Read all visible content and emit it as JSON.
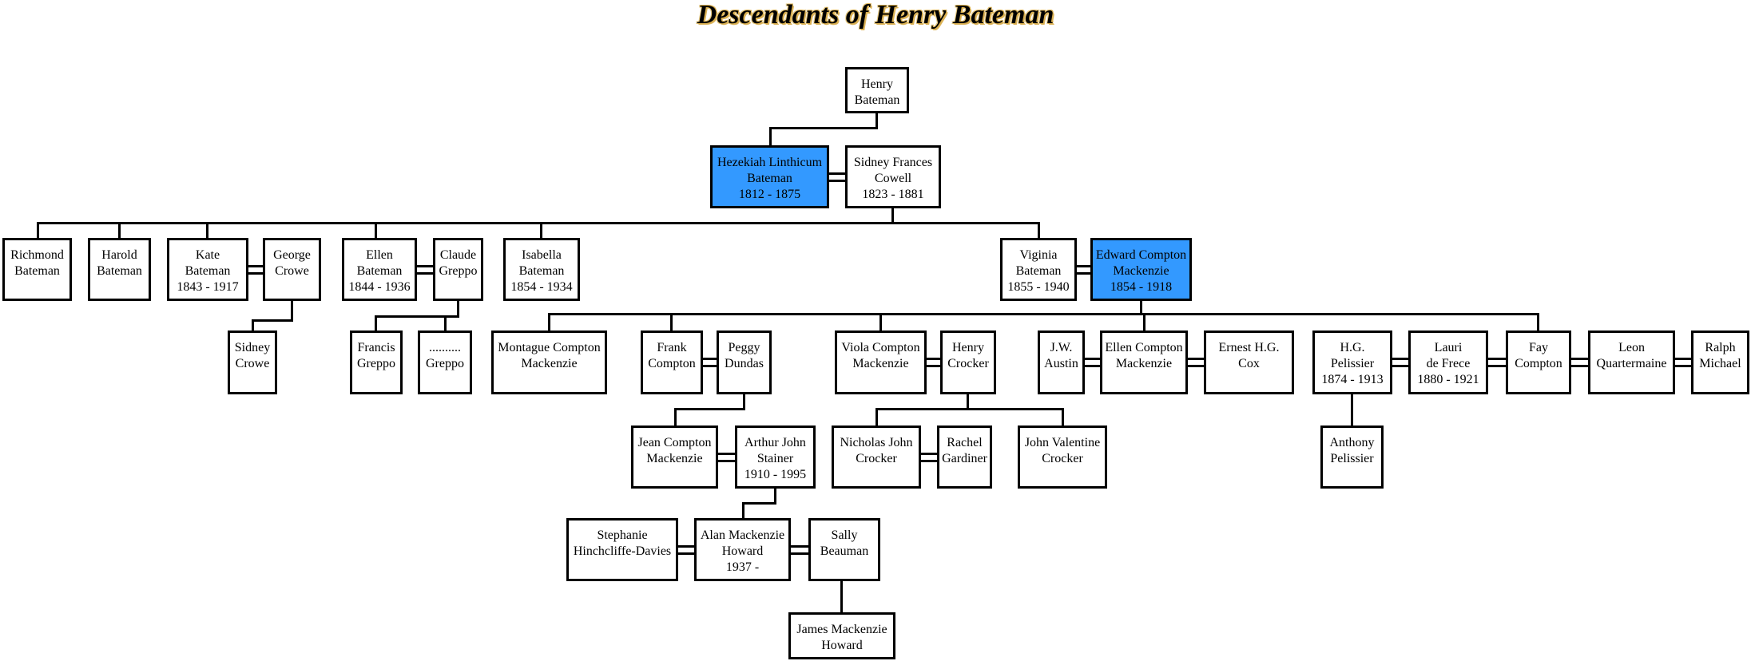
{
  "title": "Descendants of Henry Bateman",
  "theme": {
    "highlight_color": "#3399FF",
    "box_border_color": "#000000",
    "line_color": "#000000",
    "background_color": "#FFFFFF",
    "title_color": "#000000",
    "title_outline_color": "#D8AE4E"
  },
  "people": [
    {
      "id": "henry-bateman",
      "lines": [
        "Henry",
        "Bateman"
      ],
      "highlighted": false
    },
    {
      "id": "hezekiah-linthicum-bateman",
      "lines": [
        "Hezekiah Linthicum",
        "Bateman",
        "1812 - 1875"
      ],
      "highlighted": true
    },
    {
      "id": "sidney-frances-cowell",
      "lines": [
        "Sidney Frances",
        "Cowell",
        "1823 - 1881"
      ],
      "highlighted": false
    },
    {
      "id": "richmond-bateman",
      "lines": [
        "Richmond",
        "Bateman"
      ],
      "highlighted": false
    },
    {
      "id": "harold-bateman",
      "lines": [
        "Harold",
        "Bateman"
      ],
      "highlighted": false
    },
    {
      "id": "kate-bateman",
      "lines": [
        "Kate",
        "Bateman",
        "1843 - 1917"
      ],
      "highlighted": false
    },
    {
      "id": "george-crowe",
      "lines": [
        "George",
        "Crowe"
      ],
      "highlighted": false
    },
    {
      "id": "ellen-bateman",
      "lines": [
        "Ellen",
        "Bateman",
        "1844 - 1936"
      ],
      "highlighted": false
    },
    {
      "id": "claude-greppo",
      "lines": [
        "Claude",
        "Greppo"
      ],
      "highlighted": false
    },
    {
      "id": "isabella-bateman",
      "lines": [
        "Isabella",
        "Bateman",
        "1854 - 1934"
      ],
      "highlighted": false
    },
    {
      "id": "viginia-bateman",
      "lines": [
        "Viginia",
        "Bateman",
        "1855 - 1940"
      ],
      "highlighted": false
    },
    {
      "id": "edward-compton-mackenzie",
      "lines": [
        "Edward Compton",
        "Mackenzie",
        "1854 - 1918"
      ],
      "highlighted": true
    },
    {
      "id": "sidney-crowe",
      "lines": [
        "Sidney",
        "Crowe"
      ],
      "highlighted": false
    },
    {
      "id": "francis-greppo",
      "lines": [
        "Francis",
        "Greppo"
      ],
      "highlighted": false
    },
    {
      "id": "unknown-greppo",
      "lines": [
        "..........",
        "Greppo"
      ],
      "highlighted": false
    },
    {
      "id": "montague-compton-mackenzie",
      "lines": [
        "Montague Compton",
        "Mackenzie"
      ],
      "highlighted": false
    },
    {
      "id": "frank-compton",
      "lines": [
        "Frank",
        "Compton"
      ],
      "highlighted": false
    },
    {
      "id": "peggy-dundas",
      "lines": [
        "Peggy",
        "Dundas"
      ],
      "highlighted": false
    },
    {
      "id": "viola-compton-mackenzie",
      "lines": [
        "Viola Compton",
        "Mackenzie"
      ],
      "highlighted": false
    },
    {
      "id": "henry-crocker",
      "lines": [
        "Henry",
        "Crocker"
      ],
      "highlighted": false
    },
    {
      "id": "jw-austin",
      "lines": [
        "J.W.",
        "Austin"
      ],
      "highlighted": false
    },
    {
      "id": "ellen-compton-mackenzie",
      "lines": [
        "Ellen Compton",
        "Mackenzie"
      ],
      "highlighted": false
    },
    {
      "id": "ernest-hg-cox",
      "lines": [
        "Ernest H.G.",
        "Cox"
      ],
      "highlighted": false
    },
    {
      "id": "hg-pelissier",
      "lines": [
        "H.G.",
        "Pelissier",
        "1874 - 1913"
      ],
      "highlighted": false
    },
    {
      "id": "lauri-de-frece",
      "lines": [
        "Lauri",
        "de Frece",
        "1880 - 1921"
      ],
      "highlighted": false
    },
    {
      "id": "fay-compton",
      "lines": [
        "Fay",
        "Compton"
      ],
      "highlighted": false
    },
    {
      "id": "leon-quartermaine",
      "lines": [
        "Leon",
        "Quartermaine"
      ],
      "highlighted": false
    },
    {
      "id": "ralph-michael",
      "lines": [
        "Ralph",
        "Michael"
      ],
      "highlighted": false
    },
    {
      "id": "jean-compton-mackenzie",
      "lines": [
        "Jean Compton",
        "Mackenzie"
      ],
      "highlighted": false
    },
    {
      "id": "arthur-john-stainer",
      "lines": [
        "Arthur John",
        "Stainer",
        "1910 - 1995"
      ],
      "highlighted": false
    },
    {
      "id": "nicholas-john-crocker",
      "lines": [
        "Nicholas John",
        "Crocker"
      ],
      "highlighted": false
    },
    {
      "id": "rachel-gardiner",
      "lines": [
        "Rachel",
        "Gardiner"
      ],
      "highlighted": false
    },
    {
      "id": "john-valentine-crocker",
      "lines": [
        "John Valentine",
        "Crocker"
      ],
      "highlighted": false
    },
    {
      "id": "anthony-pelissier",
      "lines": [
        "Anthony",
        "Pelissier"
      ],
      "highlighted": false
    },
    {
      "id": "stephanie-hinchcliffe-davies",
      "lines": [
        "Stephanie",
        "Hinchcliffe-Davies"
      ],
      "highlighted": false
    },
    {
      "id": "alan-mackenzie-howard",
      "lines": [
        "Alan Mackenzie",
        "Howard",
        "1937 -"
      ],
      "highlighted": false
    },
    {
      "id": "sally-beauman",
      "lines": [
        "Sally",
        "Beauman"
      ],
      "highlighted": false
    },
    {
      "id": "james-mackenzie-howard",
      "lines": [
        "James Mackenzie",
        "Howard"
      ],
      "highlighted": false
    }
  ],
  "relationships": {
    "marriage_pairs": [
      [
        "hezekiah-linthicum-bateman",
        "sidney-frances-cowell"
      ],
      [
        "kate-bateman",
        "george-crowe"
      ],
      [
        "ellen-bateman",
        "claude-greppo"
      ],
      [
        "viginia-bateman",
        "edward-compton-mackenzie"
      ],
      [
        "frank-compton",
        "peggy-dundas"
      ],
      [
        "viola-compton-mackenzie",
        "henry-crocker"
      ],
      [
        "jw-austin",
        "ellen-compton-mackenzie"
      ],
      [
        "ellen-compton-mackenzie",
        "ernest-hg-cox"
      ],
      [
        "hg-pelissier",
        "lauri-de-frece"
      ],
      [
        "lauri-de-frece",
        "fay-compton"
      ],
      [
        "fay-compton",
        "leon-quartermaine"
      ],
      [
        "leon-quartermaine",
        "ralph-michael"
      ],
      [
        "jean-compton-mackenzie",
        "arthur-john-stainer"
      ],
      [
        "nicholas-john-crocker",
        "rachel-gardiner"
      ],
      [
        "stephanie-hinchcliffe-davies",
        "alan-mackenzie-howard"
      ],
      [
        "alan-mackenzie-howard",
        "sally-beauman"
      ]
    ],
    "parent_child": [
      {
        "parents": [
          "henry-bateman"
        ],
        "children": [
          "hezekiah-linthicum-bateman"
        ]
      },
      {
        "parents": [
          "hezekiah-linthicum-bateman",
          "sidney-frances-cowell"
        ],
        "children": [
          "richmond-bateman",
          "harold-bateman",
          "kate-bateman",
          "ellen-bateman",
          "isabella-bateman",
          "viginia-bateman"
        ]
      },
      {
        "parents": [
          "kate-bateman",
          "george-crowe"
        ],
        "children": [
          "sidney-crowe"
        ]
      },
      {
        "parents": [
          "ellen-bateman",
          "claude-greppo"
        ],
        "children": [
          "francis-greppo",
          "unknown-greppo"
        ]
      },
      {
        "parents": [
          "viginia-bateman",
          "edward-compton-mackenzie"
        ],
        "children": [
          "montague-compton-mackenzie",
          "frank-compton",
          "viola-compton-mackenzie",
          "ellen-compton-mackenzie",
          "fay-compton"
        ]
      },
      {
        "parents": [
          "frank-compton",
          "peggy-dundas"
        ],
        "children": [
          "jean-compton-mackenzie"
        ]
      },
      {
        "parents": [
          "viola-compton-mackenzie",
          "henry-crocker"
        ],
        "children": [
          "nicholas-john-crocker",
          "john-valentine-crocker"
        ]
      },
      {
        "parents": [
          "hg-pelissier"
        ],
        "children": [
          "anthony-pelissier"
        ]
      },
      {
        "parents": [
          "jean-compton-mackenzie",
          "arthur-john-stainer"
        ],
        "children": [
          "alan-mackenzie-howard"
        ]
      },
      {
        "parents": [
          "alan-mackenzie-howard",
          "sally-beauman"
        ],
        "children": [
          "james-mackenzie-howard"
        ]
      }
    ]
  }
}
